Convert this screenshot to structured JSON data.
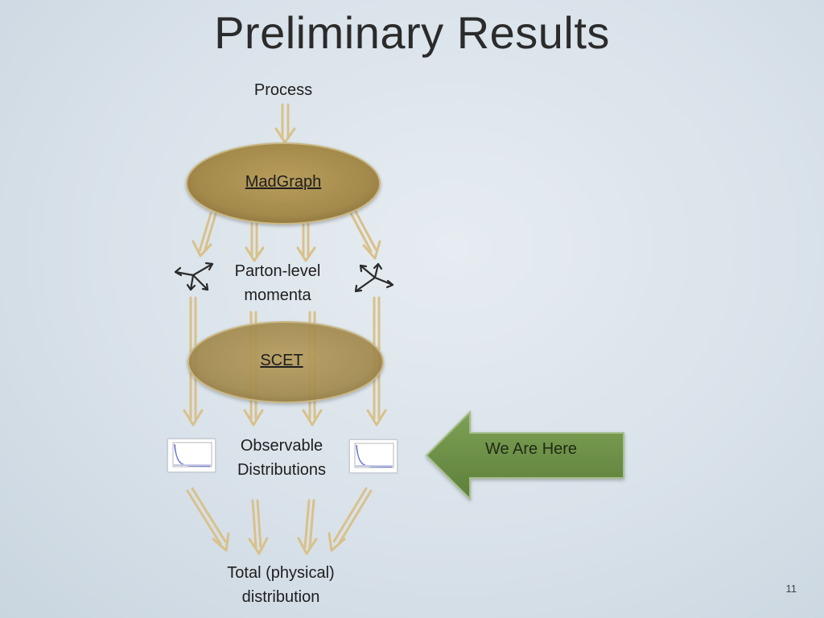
{
  "slide": {
    "title": "Preliminary Results",
    "page_number": "11"
  },
  "diagram": {
    "process_label": "Process",
    "madgraph_label": "MadGraph",
    "parton_label_line1": "Parton-level",
    "parton_label_line2": "momenta",
    "scet_label": "SCET",
    "observable_line1": "Observable",
    "observable_line2": "Distributions",
    "total_line1": "Total (physical)",
    "total_line2": "distribution",
    "callout_label": "We Are Here"
  },
  "colors": {
    "ellipse_fill": "#a88e4e",
    "arrow_color": "#d9c18a",
    "callout_fill": "#6a8f45"
  }
}
